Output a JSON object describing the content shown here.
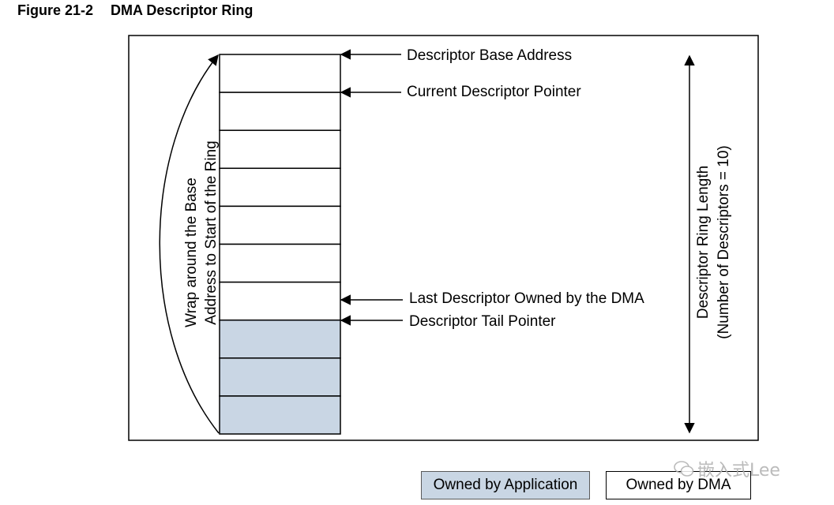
{
  "figure": {
    "number": "Figure 21-2",
    "title": "DMA Descriptor Ring"
  },
  "diagram": {
    "descriptor_count": 10,
    "application_owned_count": 3,
    "colors": {
      "application": "#c9d6e4",
      "dma": "#ffffff"
    },
    "pointers": {
      "base": "Descriptor Base Address",
      "current": "Current Descriptor Pointer",
      "last_dma": "Last Descriptor Owned by the DMA",
      "tail": "Descriptor Tail Pointer"
    },
    "wrap_label": {
      "line1": "Wrap around the Base",
      "line2": "Address to Start of the Ring"
    },
    "length_label": {
      "line1": "Descriptor Ring Length",
      "line2": "(Number of Descriptors = 10)"
    }
  },
  "legend": {
    "application": "Owned by Application",
    "dma": "Owned by DMA"
  },
  "watermark": {
    "text": "嵌入式Lee",
    "icon": "wechat-icon"
  }
}
